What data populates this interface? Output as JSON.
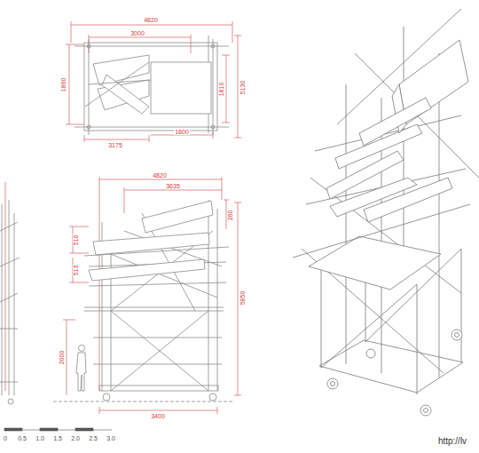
{
  "diagram": {
    "labels": [
      "4820",
      "3000",
      "1860",
      "1810",
      "5130",
      "3175",
      "1800",
      "4820",
      "3635",
      "260",
      "510",
      "513",
      "5850",
      "2000",
      "3400",
      "0",
      "0.5",
      "1.0",
      "1.5",
      "2.0",
      "2.5",
      "3.0",
      "http://lv"
    ]
  }
}
